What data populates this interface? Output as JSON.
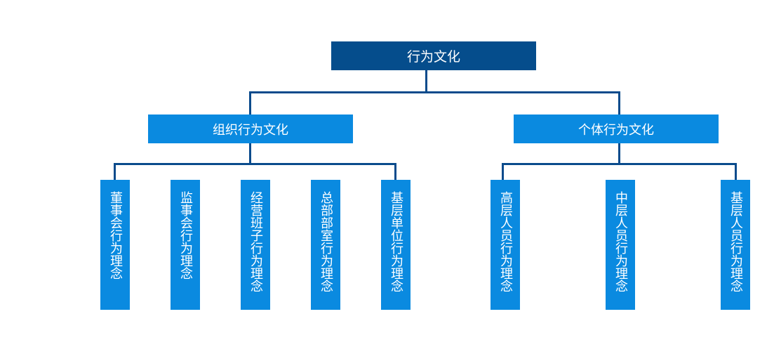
{
  "colors": {
    "root_bg": "#054d8c",
    "node_bg": "#0a8ae0",
    "connector": "#0a4b8c"
  },
  "root": {
    "label": "行为文化"
  },
  "branches": [
    {
      "label": "组织行为文化",
      "children": [
        "董事会行为理念",
        "监事会行为理念",
        "经营班子行为理念",
        "总部部室行为理念",
        "基层单位行为理念"
      ]
    },
    {
      "label": "个体行为文化",
      "children": [
        "高层人员行为理念",
        "中层人员行为理念",
        "基层人员行为理念"
      ]
    }
  ]
}
